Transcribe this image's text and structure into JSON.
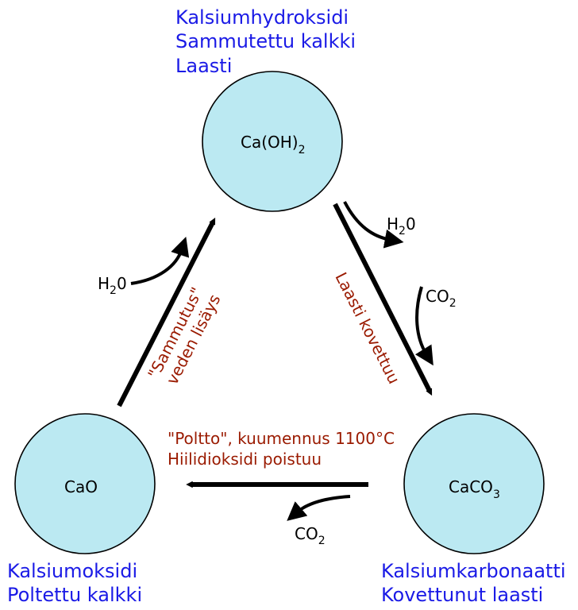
{
  "nodes": {
    "top": {
      "formula_main": "Ca(OH)",
      "formula_sub": "2",
      "names": [
        "Kalsiumhydroksidi",
        "Sammutettu kalkki",
        "Laasti"
      ]
    },
    "left": {
      "formula_main": "CaO",
      "formula_sub": "",
      "names": [
        "Kalsiumoksidi",
        "Poltettu kalkki"
      ]
    },
    "right": {
      "formula_main": "CaCO",
      "formula_sub": "3",
      "names": [
        "Kalsiumkarbonaatti",
        "Kovettunut laasti"
      ]
    }
  },
  "processes": {
    "slaking": {
      "lines": [
        "\"Sammutus\"",
        "veden lisäys"
      ]
    },
    "hardening": {
      "lines": [
        "Laasti kovettuu"
      ]
    },
    "burning": {
      "lines": [
        "\"Poltto\", kuumennus 1100°C",
        "Hiilidioksidi poistuu"
      ]
    }
  },
  "molecules": {
    "water_in": {
      "main": "H",
      "sub": "2",
      "tail": "0"
    },
    "water_out": {
      "main": "H",
      "sub": "2",
      "tail": "0"
    },
    "co2_in": {
      "main": "CO",
      "sub": "2",
      "tail": ""
    },
    "co2_out": {
      "main": "CO",
      "sub": "2",
      "tail": ""
    }
  },
  "colors": {
    "node_fill": "#bbe9f2",
    "name_text": "#1a1ae6",
    "process_text": "#9a1a00",
    "arrow": "#000000"
  }
}
